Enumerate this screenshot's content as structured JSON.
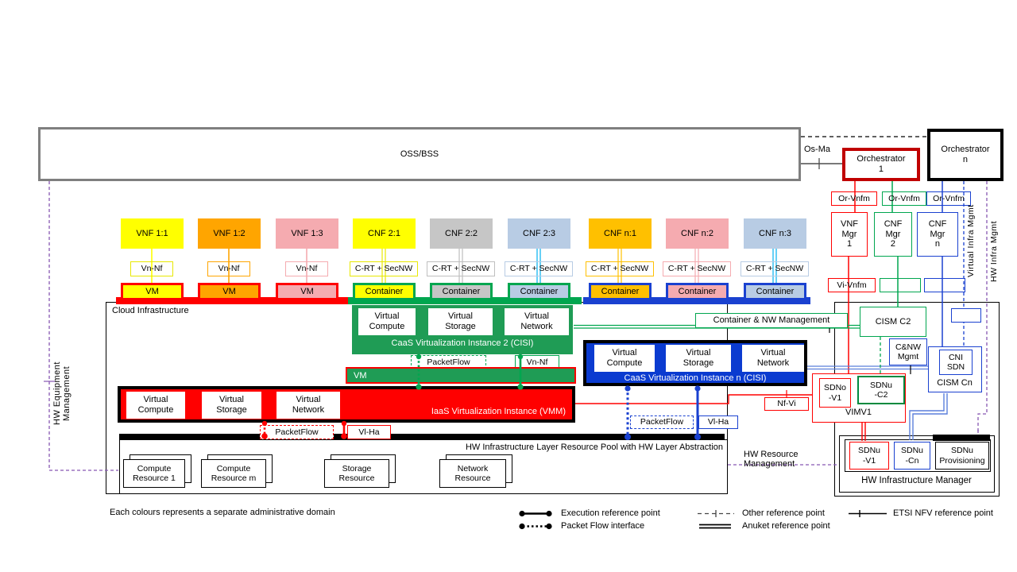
{
  "colors": {
    "red": "#FF0000",
    "dark_red": "#C00000",
    "green": "#00A64F",
    "caas_green": "#1F9C55",
    "blue": "#1A41D0",
    "caas_blue": "#0B3BD0",
    "yellow": "#FFFF00",
    "orange": "#FFA500",
    "amber": "#FFC000",
    "pink": "#F5ABB0",
    "gray_box": "#C6C6C6",
    "light_blue": "#B8CCE4",
    "cyan": "#00B0F0",
    "purple": "#8757B2",
    "oss_border": "#7F7F7F"
  },
  "oss_bss": {
    "label": "OSS/BSS"
  },
  "orchestration": {
    "os_ma": "Os-Ma",
    "orchestrator_1": "Orchestrator\n1",
    "orchestrator_n": "Orchestrator\nn"
  },
  "nfv_columns": [
    {
      "label": "VNF 1:1",
      "ref": "Vn-Nf",
      "unit": "VM",
      "fill": "#FFFF00",
      "line": "#FFFF00"
    },
    {
      "label": "VNF 1:2",
      "ref": "Vn-Nf",
      "unit": "VM",
      "fill": "#FFA500",
      "line": "#FFA500"
    },
    {
      "label": "VNF 1:3",
      "ref": "Vn-Nf",
      "unit": "VM",
      "fill": "#F5ABB0",
      "line": "#F5ABB0"
    },
    {
      "label": "CNF 2:1",
      "ref": "C-RT + SecNW",
      "unit": "Container",
      "fill": "#FFFF00",
      "line": "#E8E800"
    },
    {
      "label": "CNF 2:2",
      "ref": "C-RT + SecNW",
      "unit": "Container",
      "fill": "#C6C6C6",
      "line": "#BFBFBF"
    },
    {
      "label": "CNF 2:3",
      "ref": "C-RT + SecNW",
      "unit": "Container",
      "fill": "#B8CCE4",
      "line": "#00B0F0"
    },
    {
      "label": "CNF n:1",
      "ref": "C-RT + SecNW",
      "unit": "Container",
      "fill": "#FFC000",
      "line": "#FFC000"
    },
    {
      "label": "CNF n:2",
      "ref": "C-RT + SecNW",
      "unit": "Container",
      "fill": "#F5ABB0",
      "line": "#F5ABB0"
    },
    {
      "label": "CNF n:3",
      "ref": "C-RT + SecNW",
      "unit": "Container",
      "fill": "#B8CCE4",
      "line": "#00B0F0"
    }
  ],
  "cloud": {
    "label": "Cloud Infrastructure"
  },
  "caas2": {
    "title": "CaaS Virtualization Instance 2 (CISI)",
    "components": [
      "Virtual\nCompute",
      "Virtual\nStorage",
      "Virtual\nNetwork"
    ]
  },
  "vm_bar": {
    "label": "VM"
  },
  "iaas": {
    "title": "IaaS Virtualization Instance (VMM)",
    "components": [
      "Virtual\nCompute",
      "Virtual\nStorage",
      "Virtual\nNetwork"
    ]
  },
  "caasn": {
    "title": "CaaS Virtualization Instance n (CISI)",
    "components": [
      "Virtual\nCompute",
      "Virtual\nStorage",
      "Virtual\nNetwork"
    ]
  },
  "ref_points": {
    "packetflow": "PacketFlow",
    "vn_nf": "Vn-Nf",
    "vl_ha": "Vl-Ha",
    "nf_vi": "Nf-Vi"
  },
  "hw_pool": {
    "title": "HW Infrastructure Layer Resource Pool with HW Layer Abstraction",
    "resources": [
      "Compute\nResource 1",
      "Compute\nResource m",
      "Storage\nResource",
      "Network\nResource"
    ]
  },
  "right": {
    "or_vnfm": "Or-Vnfm",
    "vi_vnfm": "Vi-Vnfm",
    "managers": [
      "VNF\nMgr\n1",
      "CNF\nMgr\n2",
      "CNF\nMgr\nn"
    ],
    "cism_c2": "CISM C2",
    "container_nw": "Container & NW  Management",
    "cnw_mgmt": "C&NW\nMgmt",
    "cni_sdn": "CNI\nSDN",
    "cism_cn": "CISM Cn",
    "sdno_v1": "SDNo\n-V1",
    "sdnu_c2": "SDNu\n-C2",
    "vimv1": "VIMV1",
    "sdnu_v1": "SDNu\n-V1",
    "sdnu_cn": "SDNu\n-Cn",
    "sdnu_prov": "SDNu\nProvisioning",
    "hw_mgr": "HW Infrastructure Manager",
    "hw_resource_mgmt": "HW Resource\nManagement"
  },
  "side": {
    "hw_equipment": "HW Equipment Management",
    "virtual_infra": "Virtual Infra Mgmt",
    "hw_infra": "HW Infra Mgmt"
  },
  "legend": {
    "execution": "Execution reference  point",
    "packet_flow": "Packet Flow interface",
    "other": "Other reference  point",
    "anuket": "Anuket reference point",
    "etsi": "ETSI NFV  reference  point"
  },
  "note": "Each colours represents a separate administrative domain"
}
